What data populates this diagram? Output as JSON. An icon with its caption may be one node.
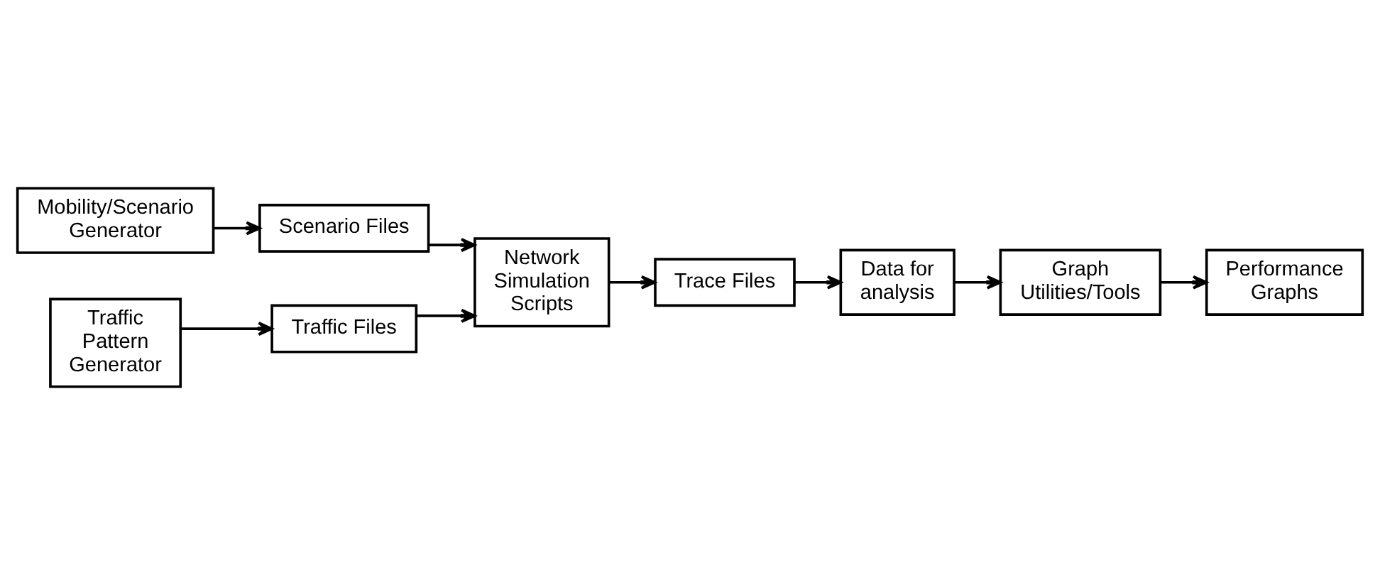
{
  "diagram": {
    "nodes": [
      {
        "text": [
          "Mobility/Scenario Generator"
        ]
      },
      {
        "text": [
          "Scenario Files"
        ]
      },
      {
        "text": [
          "Traffic Pattern Generator"
        ]
      },
      {
        "text": [
          "Traffic Files"
        ]
      },
      {
        "text": [
          "Network Simulation Scripts"
        ]
      },
      {
        "text": [
          "Trace Files"
        ]
      },
      {
        "text": [
          "Performance Graphs"
        ]
      },
      {
        "text": [
          "Graph Utilities/Tools"
        ]
      },
      {
        "text": [
          "Data for analysis"
        ]
      }
    ],
    "edges": [
      {
        "from": 0,
        "to": 1,
        "arrow": "to"
      },
      {
        "from": 2,
        "to": 3,
        "arrow": "to"
      },
      {
        "from": 1,
        "to": 4,
        "arrow": "to"
      },
      {
        "from": 3,
        "to": 4,
        "arrow": "to"
      },
      {
        "from": 4,
        "to": 5,
        "arrow": "to"
      },
      {
        "from": 5,
        "to": 8,
        "arrow": "to"
      },
      {
        "from": 8,
        "to": 7,
        "arrow": "to"
      },
      {
        "from": 7,
        "to": 6,
        "arrow": "to"
      }
    ]
  }
}
